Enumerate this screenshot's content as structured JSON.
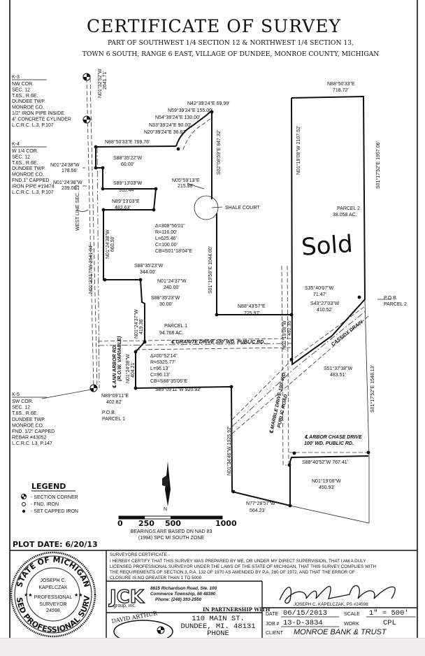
{
  "header": {
    "title": "CERTIFICATE OF SURVEY",
    "subtitle_1": "PART OF SOUTHWEST 1/4 SECTION 12 & NORTHWEST 1/4 SECTION 13,",
    "subtitle_2": "TOWN 6 SOUTH, RANGE 6 EAST, VILLAGE OF DUNDEE, MONROE COUNTY, MICHIGAN"
  },
  "corners": {
    "k3": {
      "id": "K-3",
      "lines": [
        "NW COR.",
        "SEC. 12",
        "T.6S., R.6E.",
        "DUNDEE TWP.",
        "MONROE CO.",
        "1/2\" IRON PIPE INSIDE",
        "4\" CONCRETE CYLINDER",
        "L.C.R.C. L.3, P.107"
      ]
    },
    "k4": {
      "id": "K-4",
      "lines": [
        "W 1/4 COR.",
        "SEC. 12",
        "T.6S., R.6E.",
        "DUNDEE TWP.",
        "MONROE CO.",
        "FND.1\" CAPPED",
        "IRON PIPE #19474",
        "L.C.R.C. L.3, P.107"
      ]
    },
    "k5": {
      "id": "K-5",
      "lines": [
        "SW COR.",
        "SEC. 12",
        "T.6S., R.6E.",
        "DUNDEE TWP.",
        "MONROE CO.",
        "FND. 1/2\" CAPPED",
        "REBAR #43052",
        "L.C.R.C. L3, P.147"
      ]
    }
  },
  "labels": {
    "b0": "N42°39'24\"E 69.99'",
    "b1": "N59°39'24\"E 155.00'",
    "b2": "N54°39'24\"E 130.00'",
    "b3": "N33°39'24\"E 90.00'",
    "b4": "N20°39'24\"E 36.87'",
    "b5": "N88°50'33\"E 769.76'",
    "b6": "S88°35'22\"W",
    "b7": "60.00'",
    "b8": "N01°24'38\"W",
    "b9": "178.56'",
    "b10": "N01°24'38\"W",
    "b11": "239.06'",
    "b12": "S89°13'03\"W",
    "b13": "510.44'",
    "b14": "N05°59'13\"E",
    "b15": "215.98'",
    "b16": "N89°13'03\"E",
    "b17": "482.63'",
    "b18": "N01°24'38\"W",
    "b19": "660.50'",
    "b20": "S88°35'23\"W",
    "b21": "344.00'",
    "b22": "N01°24'37\"W",
    "b23": "240.00'",
    "b24": "S88°35'23\"W",
    "b25": "30.00'",
    "b26": "N01°24'37\"W",
    "b27": "419.36'",
    "c1a": "Δ=308°56'01\"",
    "c1b": "R=116.00'",
    "c1c": "L=625.46'",
    "c1d": "C=100.00'",
    "c1e": "CB=S01°18'04\"E",
    "c2a": "Δ=00°52'14\"",
    "c2b": "R=6325.77'",
    "c2c": "L=96.13'",
    "c2d": "C=96.13'",
    "c2e": "CB=S88°35'06\"E",
    "b28": "N01°24'38\"W",
    "b29": "404.21'",
    "b30": "S89°09'11\"W 920.92'",
    "b31": "N89°09'11\"E",
    "b32": "402.82'",
    "b33": "N01°33'17\"W 2641.04'",
    "b34": "WEST LINE SEC. 12",
    "b35": "N01°32'52\"W",
    "b36": "2641.71'",
    "b37": "S02°08'59\"E 847.32'",
    "b38": "SHALE COURT",
    "b39": "S01°19'58\"E 1044.00'",
    "b40": "N88°43'57\"E",
    "b41": "725.97'",
    "b42": "N01°19'08\"W",
    "b43": "492.35'",
    "b44": "S35°40'07\"W",
    "b45": "71.47'",
    "b46": "S43°27'03\"W",
    "b47": "410.52'",
    "b48": "P.O.B.",
    "b49": "PARCEL 2",
    "b50": "CASSIDY DRAIN",
    "b51": "S51°37'38\"W",
    "b52": "483.51'",
    "b53": "S01°17'52\"E 1548.13'",
    "b54": "S01°17'52\"E 1957.06'",
    "b55": "N88°50'33\"E",
    "b56": "718.72'",
    "b57": "N01°19'08\"W 2107.52'",
    "b58": "PARCEL 2",
    "b59": "38.058 AC.",
    "b60": "PARCEL 1",
    "b61": "94.768 AC.",
    "b62": "℄ GRANITE DRIVE 100' WD. PUBLIC RD.",
    "b63": "℄ ANN ARBOR RD.",
    "b64": "(R.O.W. VARIABLE)",
    "b65": "℄ MARBLE DRIVE 100' WD.",
    "b66": "PUBLIC ROAD",
    "b67": "℄ ARBOR CHASE DRIVE",
    "b68": "100' WD. PUBLIC RD.",
    "b69": "S88°40'52\"W 767.41'",
    "b70": "N01°34'46\"W 1025.92'",
    "b71": "N01°19'08\"W",
    "b72": "450.93'",
    "b73": "N77°28'57\"W",
    "b74": "564.23'",
    "b75": "P.O.B.",
    "b76": "PARCEL 1",
    "b77": "℄"
  },
  "annotation": {
    "sold": "Sold"
  },
  "legend": {
    "title": "LEGEND",
    "items": [
      "- SECTION CORNER",
      "- FND. IRON",
      "- SET CAPPED IRON"
    ]
  },
  "north_arrow": {
    "label": "N"
  },
  "scale_bar": {
    "ticks": [
      "0",
      "250",
      "500",
      "1000"
    ]
  },
  "bearings_note": {
    "line_1": "BEARINGS ARE BASED ON NAD 83",
    "line_2": "(1994) SPC MI SOUTH ZONE"
  },
  "plot_date": "PLOT DATE: 6/20/13",
  "seal": {
    "ring_top": "STATE OF MICHIGAN",
    "ring_bottom": "LICENSED PROFESSIONAL SURVEYOR",
    "name_1": "JOSEPH C.",
    "name_2": "KAPELCZAK",
    "role_1": "PROFESSIONAL",
    "role_2": "SURVEYOR",
    "number": "24598"
  },
  "certificate": {
    "heading": "SURVEYORS CERTIFICATE -",
    "line_1": "I HEREBY CERTIFY THAT THIS SURVEY WAS PREPARED BY ME, OR UNDER MY DIRECT SUPERVISION, THAT I AM A DULY",
    "line_2": "LICENSED PROFESSIONAL SURVEYOR UNDER THE LAWS OF THE STATE OF MICHIGAN, THAT THIS SURVEY COMPLIES WITH",
    "line_3": "THE REQUIREMENTS OF SECTION 3,  P.A. 132 OF 1970 AS AMENDED BY P.A. 280 OF 1972, AND THAT THE ERROR OF",
    "line_4": "CLOSURE IS NO GREATER THAN 1 TO 5000.",
    "signer": "JOSEPH C. KAPELCZAK, PS  #24598"
  },
  "firm": {
    "logo": "JCK",
    "logo_sub": "group, inc.",
    "address_1": "8615 Richardson Road, Ste. 100",
    "address_2": "Commerce Township, MI  48390",
    "phone": "Phone: (248) 393-2550",
    "partnership": "IN PARTNERSHIP WITH"
  },
  "partner": {
    "logo_top": "DAVID   ARTHUR",
    "address_1": "110 MAIN ST.",
    "address_2": "DUNDEE, MI. 48131",
    "phone": "PHONE"
  },
  "title_block": {
    "date_label": "DATE",
    "date": "06/15/2013",
    "scale_label": "SCALE",
    "scale": "1\" = 500'",
    "job_label": "JOB #",
    "job": "13-D-3834",
    "work_label": "WORK",
    "work": "CPL",
    "client_label": "CLIENT",
    "client": "MONROE BANK & TRUST"
  }
}
